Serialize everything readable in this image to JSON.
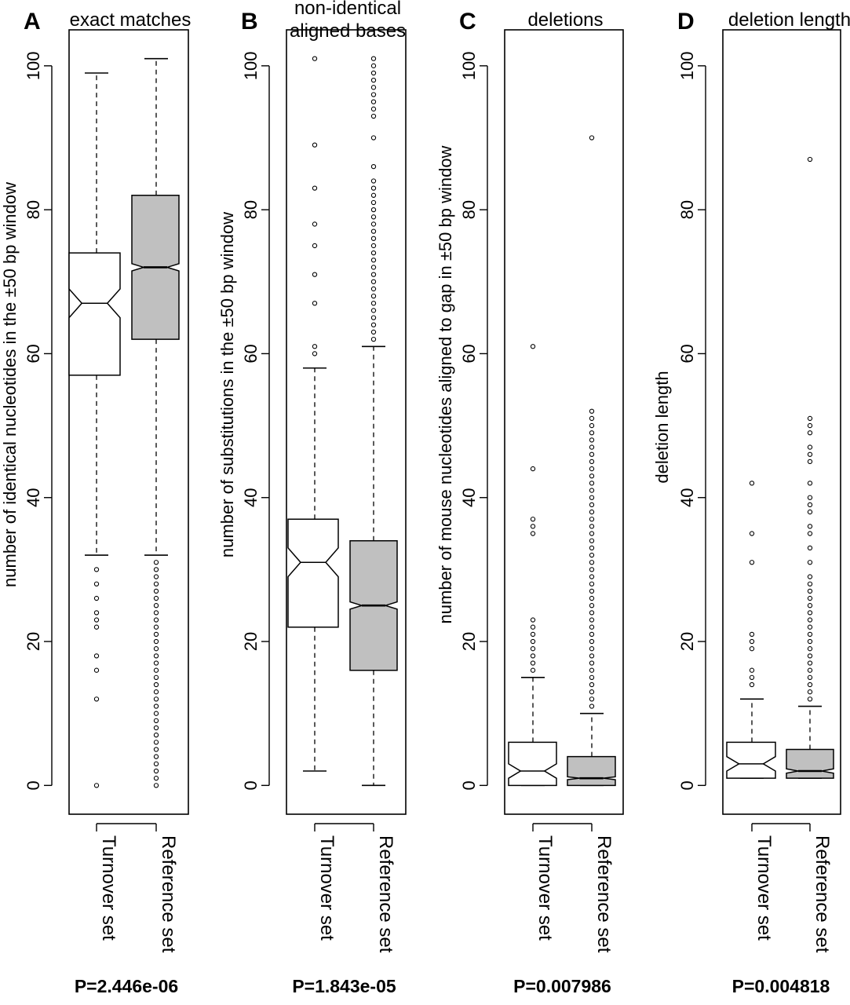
{
  "chart_data": [
    {
      "panel": "A",
      "title": "exact matches",
      "type": "boxplot",
      "ylabel": "number of identical nucleotides in the ±50 bp window",
      "ylim": [
        -4,
        105
      ],
      "yticks": [
        0,
        20,
        40,
        60,
        80,
        100
      ],
      "categories": [
        "Turnover set",
        "Reference set"
      ],
      "p_value": "P=2.446e-06",
      "boxes": [
        {
          "name": "Turnover set",
          "fill": "#ffffff",
          "whisker_low": 32,
          "q1": 57,
          "median": 67,
          "q3": 74,
          "whisker_high": 99,
          "notch_low": 65,
          "notch_high": 69,
          "outliers": [
            30,
            28,
            26,
            24,
            23,
            22,
            18,
            16,
            12,
            0
          ]
        },
        {
          "name": "Reference set",
          "fill": "#c0c0c0",
          "whisker_low": 32,
          "q1": 62,
          "median": 72,
          "q3": 82,
          "whisker_high": 101,
          "notch_low": 71.5,
          "notch_high": 72.5,
          "outliers": [
            31,
            30,
            29,
            28,
            27,
            26,
            25,
            24,
            23,
            22,
            21,
            20,
            19,
            18,
            17,
            16,
            15,
            14,
            13,
            12,
            11,
            10,
            9,
            8,
            7,
            6,
            5,
            4,
            3,
            2,
            1,
            0
          ]
        }
      ]
    },
    {
      "panel": "B",
      "title": "non-identical\naligned bases",
      "type": "boxplot",
      "ylabel": "number of substitutions in the ±50 bp window",
      "ylim": [
        -4,
        105
      ],
      "yticks": [
        0,
        20,
        40,
        60,
        80,
        100
      ],
      "categories": [
        "Turnover set",
        "Reference set"
      ],
      "p_value": "P=1.843e-05",
      "boxes": [
        {
          "name": "Turnover set",
          "fill": "#ffffff",
          "whisker_low": 2,
          "q1": 22,
          "median": 31,
          "q3": 37,
          "whisker_high": 58,
          "notch_low": 29,
          "notch_high": 33,
          "outliers": [
            60,
            61,
            67,
            71,
            75,
            78,
            83,
            89,
            101
          ]
        },
        {
          "name": "Reference set",
          "fill": "#c0c0c0",
          "whisker_low": 0,
          "q1": 16,
          "median": 25,
          "q3": 34,
          "whisker_high": 61,
          "notch_low": 24.5,
          "notch_high": 25.5,
          "outliers": [
            62,
            63,
            64,
            65,
            66,
            67,
            68,
            69,
            70,
            71,
            72,
            73,
            74,
            75,
            76,
            77,
            78,
            79,
            80,
            81,
            82,
            83,
            84,
            86,
            90,
            93,
            94,
            95,
            96,
            97,
            98,
            99,
            100,
            101
          ]
        }
      ]
    },
    {
      "panel": "C",
      "title": "deletions",
      "type": "boxplot",
      "ylabel": "number of mouse nucleotides aligned to gap in ±50 bp window",
      "ylim": [
        -4,
        105
      ],
      "yticks": [
        0,
        20,
        40,
        60,
        80,
        100
      ],
      "categories": [
        "Turnover set",
        "Reference set"
      ],
      "p_value": "P=0.007986",
      "boxes": [
        {
          "name": "Turnover set",
          "fill": "#ffffff",
          "whisker_low": 0,
          "q1": 0,
          "median": 2,
          "q3": 6,
          "whisker_high": 15,
          "notch_low": 1,
          "notch_high": 3,
          "outliers": [
            16,
            17,
            18,
            19,
            20,
            21,
            22,
            23,
            35,
            36,
            37,
            44,
            61
          ]
        },
        {
          "name": "Reference set",
          "fill": "#c0c0c0",
          "whisker_low": 0,
          "q1": 0,
          "median": 1,
          "q3": 4,
          "whisker_high": 10,
          "notch_low": 0.8,
          "notch_high": 1.2,
          "outliers": [
            11,
            12,
            13,
            14,
            15,
            16,
            17,
            18,
            19,
            20,
            21,
            22,
            23,
            24,
            25,
            26,
            27,
            28,
            29,
            30,
            31,
            32,
            33,
            34,
            35,
            36,
            37,
            38,
            39,
            40,
            41,
            42,
            43,
            44,
            45,
            46,
            47,
            48,
            49,
            50,
            51,
            52,
            90
          ]
        }
      ]
    },
    {
      "panel": "D",
      "title": "deletion length",
      "type": "boxplot",
      "ylabel": "deletion length",
      "ylim": [
        -4,
        105
      ],
      "yticks": [
        0,
        20,
        40,
        60,
        80,
        100
      ],
      "categories": [
        "Turnover set",
        "Reference set"
      ],
      "p_value": "P=0.004818",
      "boxes": [
        {
          "name": "Turnover set",
          "fill": "#ffffff",
          "whisker_low": 1,
          "q1": 1,
          "median": 3,
          "q3": 6,
          "whisker_high": 12,
          "notch_low": 2,
          "notch_high": 4,
          "outliers": [
            14,
            15,
            16,
            19,
            20,
            21,
            31,
            35,
            42
          ]
        },
        {
          "name": "Reference set",
          "fill": "#c0c0c0",
          "whisker_low": 1,
          "q1": 1,
          "median": 2,
          "q3": 5,
          "whisker_high": 11,
          "notch_low": 1.7,
          "notch_high": 2.3,
          "outliers": [
            12,
            13,
            14,
            15,
            16,
            17,
            18,
            19,
            20,
            21,
            22,
            23,
            24,
            25,
            26,
            27,
            28,
            29,
            31,
            33,
            35,
            36,
            38,
            39,
            40,
            42,
            45,
            46,
            47,
            49,
            50,
            51,
            87
          ]
        }
      ]
    }
  ]
}
